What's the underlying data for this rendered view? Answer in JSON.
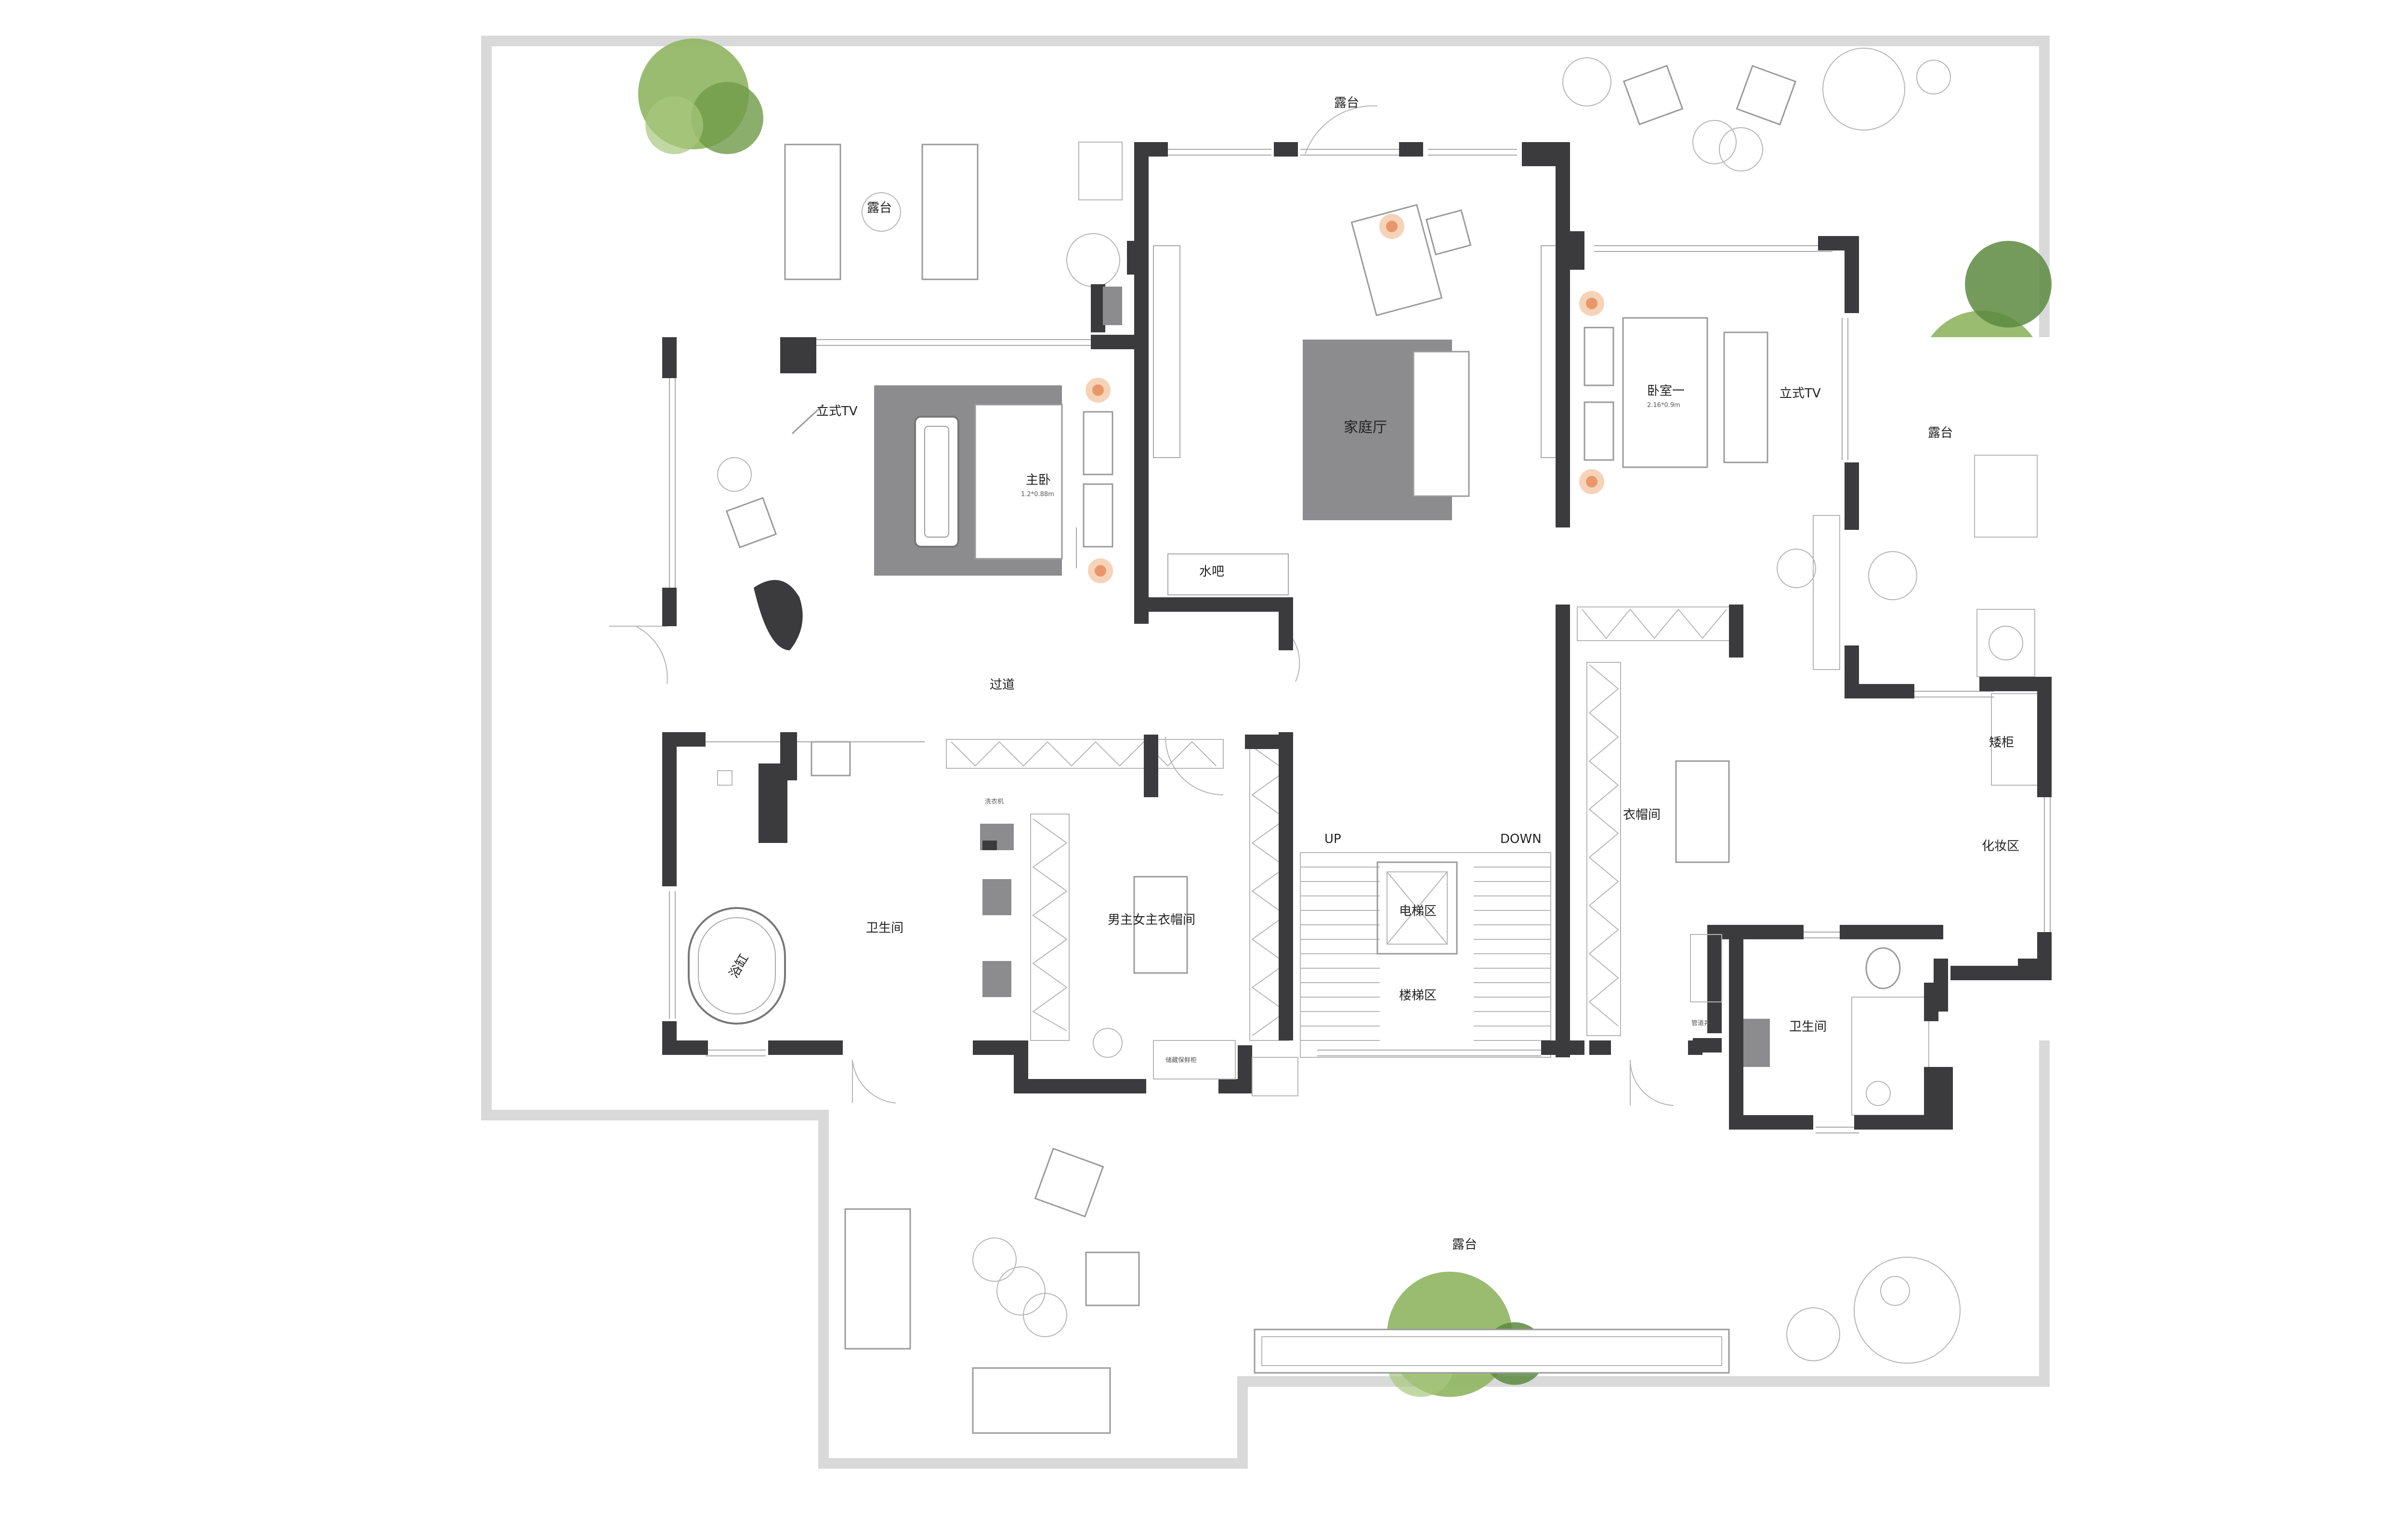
{
  "labels": {
    "terrace_top_center": "露台",
    "terrace_top_left": "露台",
    "terrace_right": "露台",
    "terrace_bottom": "露台",
    "master_bedroom": "主卧",
    "master_bed_size": "1.2*0.88m",
    "master_tv": "立式TV",
    "family_hall": "家庭厅",
    "water_bar": "水吧",
    "bedroom_one": "卧室一",
    "bedroom_one_bed_size": "2.16*0.9m",
    "bedroom_one_tv": "立式TV",
    "corridor": "过道",
    "bathroom_master": "卫生间",
    "bathtub": "浴缸",
    "washer": "洗衣机",
    "walkin_closet_master": "男主女主衣帽间",
    "closet_note": "储藏保鲜柜",
    "elevator": "电梯区",
    "stairs": "楼梯区",
    "stairs_up": "UP",
    "stairs_down": "DOWN",
    "closet_right": "衣帽间",
    "low_cabinet": "矮柜",
    "vanity_area": "化妆区",
    "bathroom_small": "卫生间",
    "pipe_shaft": "管道井"
  },
  "colors": {
    "wall": "#3b3b3d",
    "rug": "#8c8c8e",
    "tree_green": "#8fb562",
    "tree_dark": "#5c8a3e",
    "lamp": "#e9976a",
    "terrace_border": "#d9d9d9"
  },
  "icons": [
    "tree-icon",
    "lamp-icon",
    "bathtub-icon",
    "toilet-icon",
    "sink-icon",
    "armchair-icon",
    "door-swing-icon",
    "elevator-icon"
  ]
}
